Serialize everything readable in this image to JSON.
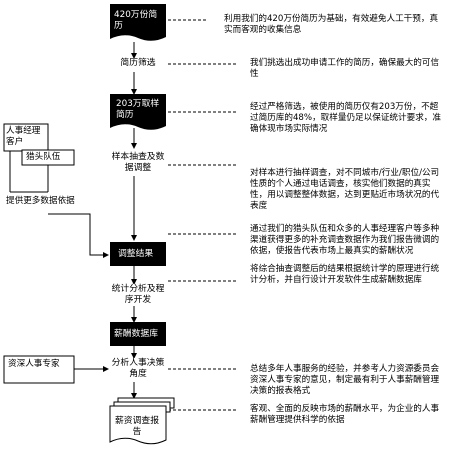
{
  "steps": [
    {
      "label": "420万份简历",
      "desc": "利用我们的420万份简历为基础，有效避免人工干预，真实而客观的收集信息"
    },
    {
      "label": "简历筛选",
      "desc": "我们挑选出成功申请工作的简历，确保最大的可信性"
    },
    {
      "label": "203万取样简历",
      "desc": "经过严格筛选，被使用的简历仅有203万份，不超过简历库的48%，取样量仍足以保证统计要求，准确体现市场实际情况"
    },
    {
      "label": "样本抽查及数据调整",
      "desc": "对样本进行抽样调查，对不同城市/行业/职位/公司性质的个人通过电话调查，核实他们数据的真实性，用以调整整体数据，达到更贴近市场状况的代表度"
    },
    {
      "label": "调整结果",
      "desc": "通过我们的猎头队伍和众多的人事经理客户等多种渠道获得更多的补充调查数据作为我们报告微调的依据，使报告代表市场上最真实的薪酬状况"
    },
    {
      "label": "统计分析及程序开发",
      "desc": "将综合抽查调整后的结果根据统计学的原理进行统计分析，并自行设计开发软件生成薪酬数据库"
    },
    {
      "label": "薪酬数据库",
      "desc": ""
    },
    {
      "label": "分析人事决策角度",
      "desc": "总结多年人事服务的经验，并参考人力资源委员会资深人事专家的意见，制定最有利于人事薪酬管理决策的报表格式"
    },
    {
      "label": "薪资调查报告",
      "desc": "客观、全面的反映市场的薪酬水平，为企业的人事薪酬管理提供科学的依据"
    }
  ],
  "side": {
    "hr_client": "人事经理客户",
    "headhunter": "猎头队伍",
    "more_data": "提供更多数据依据",
    "expert": "资深人事专家"
  }
}
